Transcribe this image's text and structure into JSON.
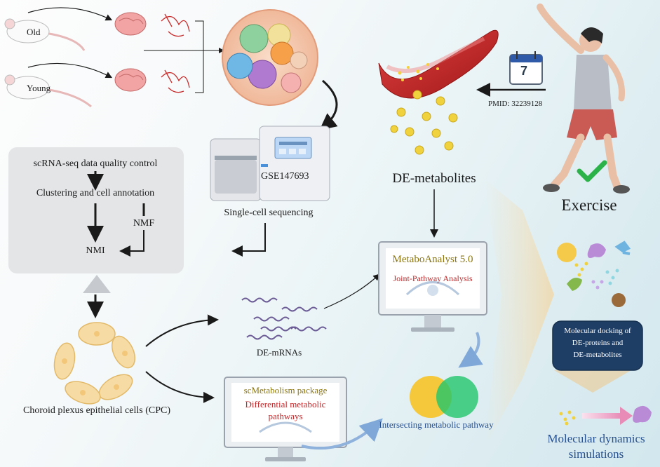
{
  "labels": {
    "old": "Old",
    "young": "Young",
    "pmid": "PMID: 32239128",
    "calendar_day": "7",
    "geo_accession": "GSE147693",
    "single_cell": "Single-cell sequencing",
    "de_metabolites": "DE-metabolites",
    "exercise": "Exercise",
    "qc_box": {
      "step1": "scRNA-seq data quality control",
      "step2": "Clustering and cell annotation",
      "nmf": "NMF",
      "nmi": "NMI"
    },
    "metaboanalyst": {
      "title": "MetaboAnalyst 5.0",
      "subtitle": "Joint-Pathway Analysis"
    },
    "de_mrnas": "DE-mRNAs",
    "cpc": "Choroid plexus epithelial cells (CPC)",
    "scmetabolism": {
      "title": "scMetabolism package",
      "line1": "Differential metabolic",
      "line2": "pathways"
    },
    "intersect": "Intersecting metabolic pathway",
    "docking": {
      "line1": "Molecular docking of",
      "line2": "DE-proteins and",
      "line3": "DE-metabolites"
    },
    "md": {
      "line1": "Molecular dynamics",
      "line2": "simulations"
    }
  },
  "colors": {
    "title_gold": "#8a7510",
    "text_red": "#c0282a",
    "text_blue": "#27508f",
    "docking_box": "#1f3e66",
    "check_green": "#2bb34a"
  },
  "icons": [
    "mouse-icon",
    "brain-icon",
    "vessel-icon",
    "cell-cluster-icon",
    "sequencer-icon",
    "blood-vessel-icon",
    "calendar-icon",
    "woman-exercise-icon",
    "check-icon",
    "monitor-icon",
    "venn-icon",
    "protein-icon"
  ]
}
